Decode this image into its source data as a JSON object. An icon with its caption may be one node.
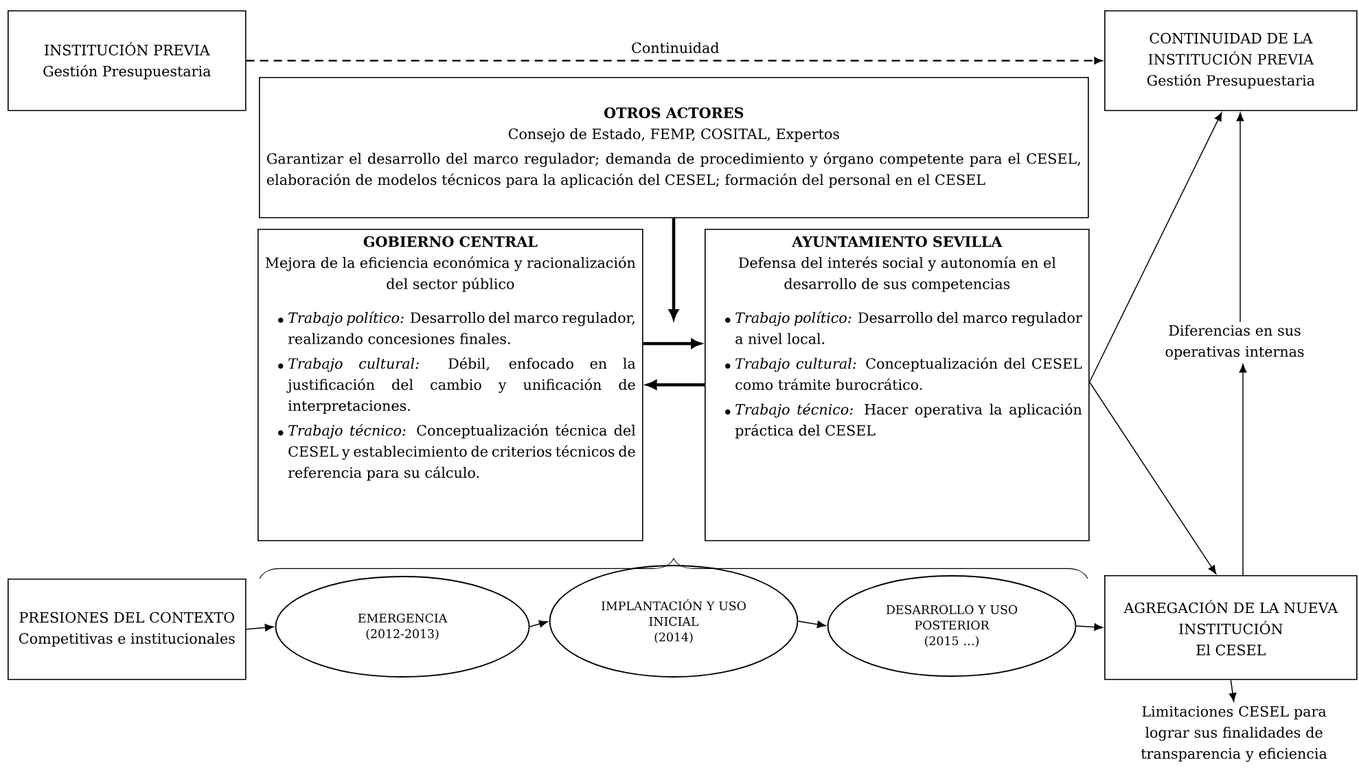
{
  "diagram": {
    "nodes": [
      {
        "text": [
          "INSTITUCIÓN PREVIA",
          "Gestión Presupuestaria"
        ]
      },
      {
        "text": [
          "CONTINUIDAD DE LA INSTITUCIÓN PREVIA",
          "Gestión Presupuestaria"
        ]
      },
      {
        "text": [
          "OTROS ACTORES",
          "Consejo de Estado, FEMP, COSITAL, Expertos",
          "Garantizar el desarrollo del marco regulador; demanda de procedimiento y órgano competente para el CESEL, elaboración de modelos técnicos para la aplicación del CESEL; formación del personal en el CESEL"
        ]
      },
      {
        "text": [
          "GOBIERNO CENTRAL",
          "Mejora de la eficiencia económica y racionalización del sector público",
          "*Trabajo político:* Desarrollo del marco regulador, realizando concesiones finales.",
          "*Trabajo cultural:* Débil, enfocado en la justificación del cambio y unificación de interpretaciones.",
          "*Trabajo técnico:* Conceptualización técnica del CESEL y establecimiento de criterios técnicos de referencia para su cálculo."
        ]
      },
      {
        "text": [
          "AYUNTAMIENTO SEVILLA",
          "Defensa del interés social y autonomía en el desarrollo de sus competencias",
          "*Trabajo político:* Desarrollo del marco regulador a nivel local.",
          "*Trabajo cultural:* Conceptualización del CESEL como trámite burocrático.",
          "*Trabajo técnico:* Hacer operativa la aplicación práctica del CESEL"
        ]
      },
      {
        "text": [
          "Diferencias en sus operativas internas"
        ]
      },
      {
        "text": [
          "PRESIONES DEL CONTEXTO",
          "Competitivas e institucionales"
        ]
      },
      {
        "text": [
          "EMERGENCIA",
          "(2012-2013)"
        ]
      },
      {
        "text": [
          "IMPLANTACIÓN Y USO INICIAL",
          "(2014)"
        ]
      },
      {
        "text": [
          "DESARROLLO Y USO POSTERIOR",
          "(2015 …)"
        ]
      },
      {
        "text": [
          "AGREGACIÓN DE LA NUEVA INSTITUCIÓN",
          "El CESEL"
        ]
      },
      {
        "text": [
          "Limitaciones CESEL para lograr sus finalidades de transparencia y eficiencia"
        ]
      }
    ],
    "edges": [
      {
        "from": 0,
        "to": 1,
        "arrow": "to",
        "label": "Continuidad",
        "style": "dashed"
      },
      {
        "from": 2,
        "to": null,
        "arrow": "to",
        "style": "thick"
      },
      {
        "from": 3,
        "to": 4,
        "arrow": "to",
        "style": "thick"
      },
      {
        "from": 4,
        "to": 3,
        "arrow": "to",
        "style": "thick"
      },
      {
        "from": 4,
        "to": 1,
        "arrow": "to"
      },
      {
        "from": 4,
        "to": 10,
        "arrow": "to"
      },
      {
        "from": 5,
        "to": 1,
        "arrow": "to"
      },
      {
        "from": 10,
        "to": 5,
        "arrow": "to"
      },
      {
        "from": 6,
        "to": 7,
        "arrow": "to"
      },
      {
        "from": 7,
        "to": 8,
        "arrow": "to"
      },
      {
        "from": 8,
        "to": 9,
        "arrow": "to"
      },
      {
        "from": 9,
        "to": 10,
        "arrow": "to"
      },
      {
        "from": 10,
        "to": 11,
        "arrow": "to"
      }
    ]
  }
}
